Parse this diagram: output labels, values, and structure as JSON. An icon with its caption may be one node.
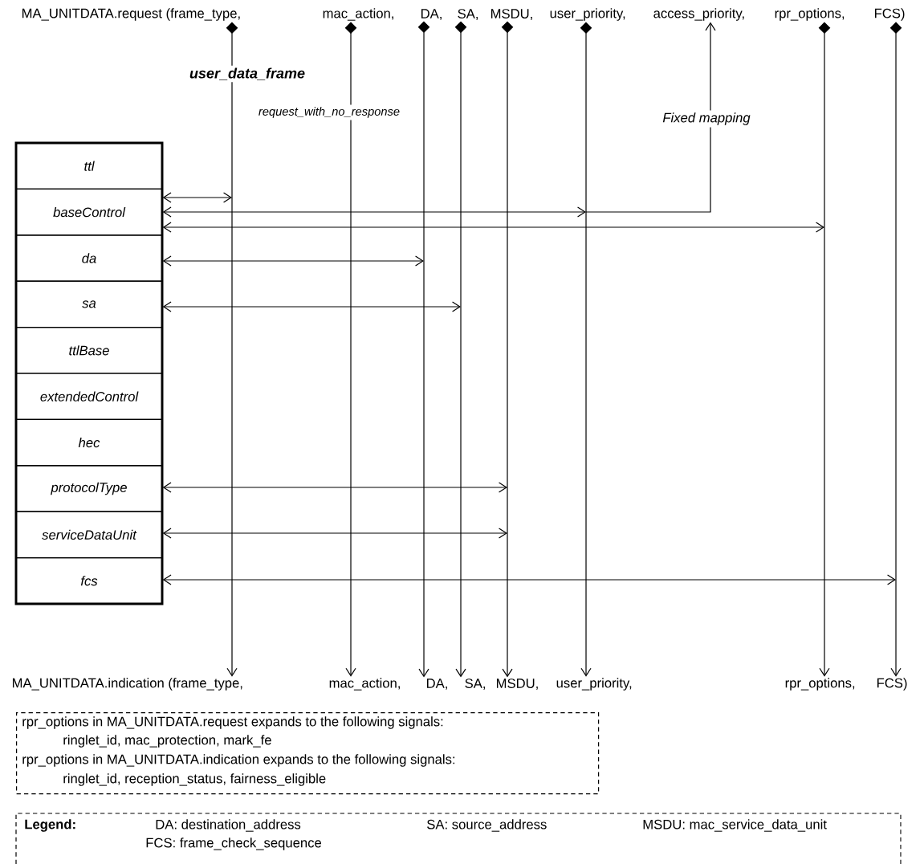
{
  "diagram": {
    "nodes": [
      {
        "text": [
          "MA_UNITDATA.request (frame_type,"
        ]
      },
      {
        "text": [
          "mac_action,"
        ]
      },
      {
        "text": [
          "DA,"
        ]
      },
      {
        "text": [
          "SA,"
        ]
      },
      {
        "text": [
          "MSDU,"
        ]
      },
      {
        "text": [
          "user_priority,"
        ]
      },
      {
        "text": [
          "access_priority,"
        ]
      },
      {
        "text": [
          "rpr_options,"
        ]
      },
      {
        "text": [
          "FCS)"
        ]
      },
      {
        "text": [],
        "shape": "box"
      },
      {
        "text": [
          "ttl"
        ],
        "in": 9
      },
      {
        "text": [
          "baseControl"
        ],
        "in": 9
      },
      {
        "text": [
          "da"
        ],
        "in": 9
      },
      {
        "text": [
          "sa"
        ],
        "in": 9
      },
      {
        "text": [
          "ttlBase"
        ],
        "in": 9
      },
      {
        "text": [
          "extendedControl"
        ],
        "in": 9
      },
      {
        "text": [
          "hec"
        ],
        "in": 9
      },
      {
        "text": [
          "protocolType"
        ],
        "in": 9
      },
      {
        "text": [
          "serviceDataUnit"
        ],
        "in": 9
      },
      {
        "text": [
          "fcs"
        ],
        "in": 9
      },
      {
        "text": [
          "MA_UNITDATA.indication (frame_type,"
        ]
      },
      {
        "text": [
          "mac_action,"
        ]
      },
      {
        "text": [
          "DA,"
        ]
      },
      {
        "text": [
          "SA,"
        ]
      },
      {
        "text": [
          "MSDU,"
        ]
      },
      {
        "text": [
          "user_priority,"
        ]
      },
      {
        "text": [
          "rpr_options,"
        ]
      },
      {
        "text": [
          "FCS)"
        ]
      },
      {
        "text": [
          "rpr_options in MA_UNITDATA.request expands to the following signals:",
          "ringlet_id, mac_protection, mark_fe",
          "rpr_options in MA_UNITDATA.indication expands to the following signals:",
          "ringlet_id, reception_status, fairness_eligible"
        ]
      },
      {
        "text": [
          "Legend:",
          "DA: destination_address",
          "SA: source_address",
          "MSDU: mac_service_data_unit",
          "FCS: frame_check_sequence"
        ]
      }
    ],
    "edges": [
      {
        "from": 0,
        "to": 20,
        "arrow": "to",
        "label": "user_data_frame"
      },
      {
        "from": 1,
        "to": 21,
        "arrow": "to",
        "label": "request_with_no_response"
      },
      {
        "from": 2,
        "to": 22,
        "arrow": "to"
      },
      {
        "from": 3,
        "to": 23,
        "arrow": "to"
      },
      {
        "from": 4,
        "to": 24,
        "arrow": "to"
      },
      {
        "from": 5,
        "to": 25,
        "arrow": "to"
      },
      {
        "from": 7,
        "to": 26,
        "arrow": "to"
      },
      {
        "from": 8,
        "to": 27,
        "arrow": "to"
      },
      {
        "from": null,
        "to": 6,
        "arrow": "to",
        "label": "Fixed mapping"
      },
      {
        "from": 11,
        "to": null,
        "arrow": "both"
      },
      {
        "from": 11,
        "to": null,
        "arrow": "both"
      },
      {
        "from": 11,
        "to": null,
        "arrow": "both"
      },
      {
        "from": 12,
        "to": null,
        "arrow": "both"
      },
      {
        "from": 13,
        "to": null,
        "arrow": "both"
      },
      {
        "from": 17,
        "to": null,
        "arrow": "both"
      },
      {
        "from": 18,
        "to": null,
        "arrow": "both"
      },
      {
        "from": 19,
        "to": null,
        "arrow": "both"
      }
    ]
  }
}
